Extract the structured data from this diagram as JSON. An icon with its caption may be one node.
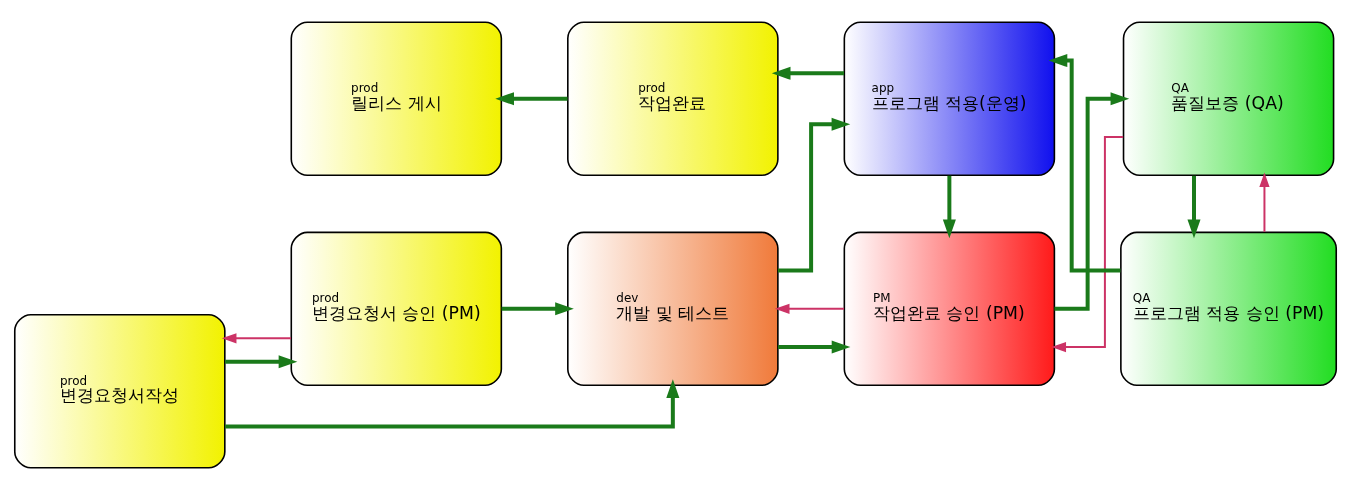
{
  "diagram": {
    "nodes": [
      {
        "text": [
          "prod",
          "변경요청서작성"
        ]
      },
      {
        "text": [
          "prod",
          "변경요청서 승인 (PM)"
        ]
      },
      {
        "text": [
          "dev",
          "개발 및 테스트"
        ]
      },
      {
        "text": [
          "PM",
          "작업완료 승인 (PM)"
        ]
      },
      {
        "text": [
          "QA",
          "품질보증 (QA)"
        ]
      },
      {
        "text": [
          "QA",
          "프로그램 적용 승인 (PM)"
        ]
      },
      {
        "text": [
          "app",
          "프로그램 적용(운영)"
        ]
      },
      {
        "text": [
          "prod",
          "작업완료"
        ]
      },
      {
        "text": [
          "prod",
          "릴리스 게시"
        ]
      }
    ],
    "edges": [
      {
        "from": 0,
        "to": 1,
        "arrow": "to"
      },
      {
        "from": 1,
        "to": 0,
        "arrow": "to",
        "color": "#cc3366"
      },
      {
        "from": 0,
        "to": 2,
        "arrow": "to"
      },
      {
        "from": 1,
        "to": 2,
        "arrow": "to"
      },
      {
        "from": 2,
        "to": 3,
        "arrow": "to"
      },
      {
        "from": 3,
        "to": 2,
        "arrow": "to",
        "color": "#cc3366"
      },
      {
        "from": 2,
        "to": 6,
        "arrow": "to"
      },
      {
        "from": 3,
        "to": 4,
        "arrow": "to"
      },
      {
        "from": 4,
        "to": 3,
        "arrow": "to",
        "color": "#cc3366"
      },
      {
        "from": 4,
        "to": 5,
        "arrow": "to"
      },
      {
        "from": 5,
        "to": 4,
        "arrow": "to",
        "color": "#cc3366"
      },
      {
        "from": 5,
        "to": 6,
        "arrow": "to"
      },
      {
        "from": 6,
        "to": 3,
        "arrow": "to"
      },
      {
        "from": 6,
        "to": 7,
        "arrow": "to"
      },
      {
        "from": 7,
        "to": 8,
        "arrow": "to"
      }
    ]
  }
}
